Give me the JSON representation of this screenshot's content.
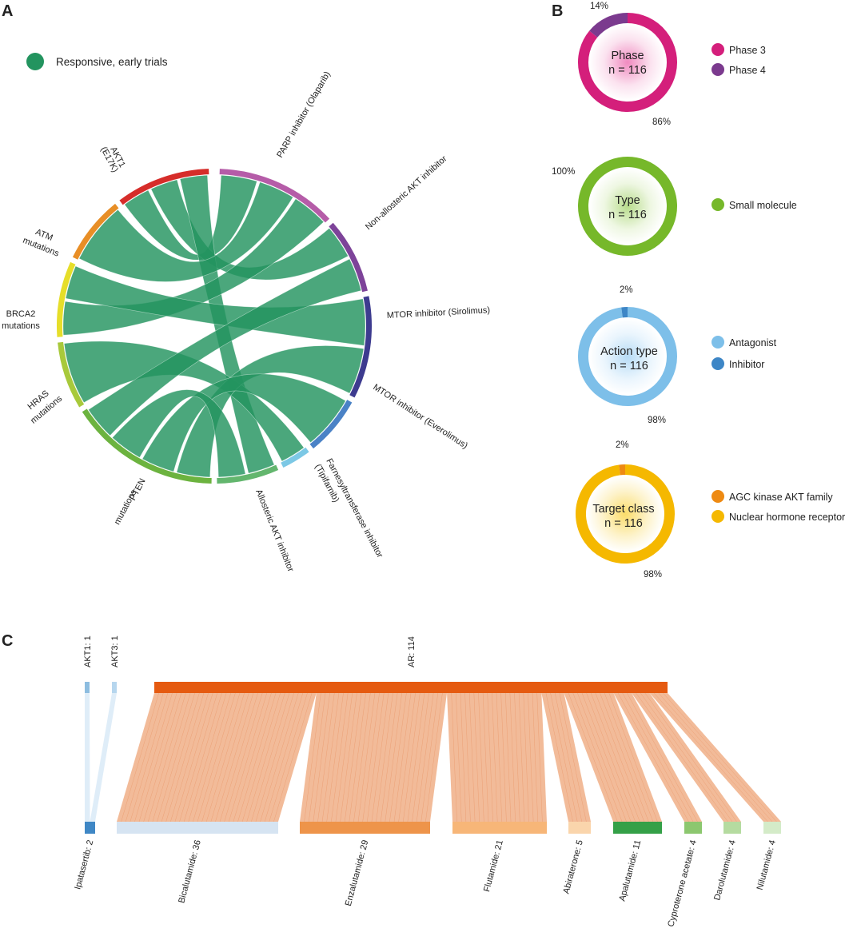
{
  "panels": {
    "a": "A",
    "b": "B",
    "c": "C"
  },
  "colors": {
    "chord": "#23945f",
    "akt1": "#d62d2a",
    "parp": "#b55ca8",
    "nonallo": "#7d4399",
    "mtor_siro": "#3d3b8f",
    "mtor_evero": "#4a82c6",
    "farnesyl": "#7cc8e5",
    "allo": "#63b66e",
    "pten": "#6cb33f",
    "hras": "#a8c93b",
    "brca2": "#e6de2a",
    "atm": "#e88e26",
    "phase3": "#d41f7b",
    "phase4": "#7b3a8e",
    "small_molecule": "#76b82a",
    "antagonist": "#7dbfe9",
    "inhibitor": "#3d86c6",
    "agc": "#ee8a12",
    "nuclear": "#f5b800",
    "sankey_ar": "#e55a10",
    "sankey_flow_ar": "#f2bb99",
    "sankey_akt": "#8dbde0",
    "sankey_flow_akt": "#dfedf8"
  },
  "chart_data": [
    {
      "type": "chord",
      "legend": [
        {
          "label": "Responsive, early trials",
          "color_key": "chord"
        }
      ],
      "segments": [
        {
          "id": "parp",
          "label": "PARP inhibitor (Olaparib)",
          "color_key": "parp"
        },
        {
          "id": "nonallo",
          "label": "Non-allosteric AKT inhibitor",
          "color_key": "nonallo"
        },
        {
          "id": "mtor_siro",
          "label": "MTOR inhibitor (Sirolimus)",
          "color_key": "mtor_siro"
        },
        {
          "id": "mtor_evero",
          "label": "MTOR inhibitor (Everolimus)",
          "color_key": "mtor_evero"
        },
        {
          "id": "farnesyl",
          "label": "Farnesyltransferase inhibitor (Tipifarnib)",
          "color_key": "farnesyl"
        },
        {
          "id": "allo",
          "label": "Allosteric AKT inhibitor",
          "color_key": "allo"
        },
        {
          "id": "pten",
          "label": "PTEN mutations",
          "color_key": "pten"
        },
        {
          "id": "hras",
          "label": "HRAS mutations",
          "color_key": "hras"
        },
        {
          "id": "brca2",
          "label": "BRCA2 mutations",
          "color_key": "brca2"
        },
        {
          "id": "atm",
          "label": "ATM mutations",
          "color_key": "atm"
        },
        {
          "id": "akt1",
          "label": "AKT1 (E17K)",
          "color_key": "akt1"
        }
      ],
      "links": [
        [
          "akt1",
          "parp"
        ],
        [
          "akt1",
          "nonallo"
        ],
        [
          "akt1",
          "allo"
        ],
        [
          "atm",
          "parp"
        ],
        [
          "brca2",
          "parp"
        ],
        [
          "brca2",
          "mtor_siro"
        ],
        [
          "hras",
          "farnesyl"
        ],
        [
          "pten",
          "mtor_siro"
        ],
        [
          "pten",
          "mtor_evero"
        ],
        [
          "pten",
          "allo"
        ],
        [
          "pten",
          "nonallo"
        ]
      ]
    },
    {
      "type": "pie",
      "title": "Phase",
      "subtitle": "n = 116",
      "slices": [
        {
          "label": "Phase 3",
          "value": 86,
          "pct_label": "86%",
          "color_key": "phase3"
        },
        {
          "label": "Phase 4",
          "value": 14,
          "pct_label": "14%",
          "color_key": "phase4"
        }
      ]
    },
    {
      "type": "pie",
      "title": "Type",
      "subtitle": "n = 116",
      "slices": [
        {
          "label": "Small molecule",
          "value": 100,
          "pct_label": "100%",
          "color_key": "small_molecule"
        }
      ]
    },
    {
      "type": "pie",
      "title": "Action type",
      "subtitle": "n = 116",
      "slices": [
        {
          "label": "Antagonist",
          "value": 98,
          "pct_label": "98%",
          "color_key": "antagonist"
        },
        {
          "label": "Inhibitor",
          "value": 2,
          "pct_label": "2%",
          "color_key": "inhibitor"
        }
      ]
    },
    {
      "type": "pie",
      "title": "Target class",
      "subtitle": "n = 116",
      "slices": [
        {
          "label": "AGC kinase AKT family",
          "value": 2,
          "pct_label": "2%",
          "color_key": "agc"
        },
        {
          "label": "Nuclear hormone receptor",
          "value": 98,
          "pct_label": "98%",
          "color_key": "nuclear"
        }
      ]
    },
    {
      "type": "sankey",
      "sources": [
        {
          "label": "AKT1: 1",
          "value": 1
        },
        {
          "label": "AKT3: 1",
          "value": 1
        },
        {
          "label": "AR: 114",
          "value": 114
        }
      ],
      "targets": [
        {
          "label": "Ipatasertib: 2",
          "value": 2,
          "color": "#3f87c5"
        },
        {
          "label": "Bicalutamide: 36",
          "value": 36,
          "color": "#d6e4f2"
        },
        {
          "label": "Enzalutamide: 29",
          "value": 29,
          "color": "#ee944a"
        },
        {
          "label": "Flutamide: 21",
          "value": 21,
          "color": "#f7b678"
        },
        {
          "label": "Abiraterone: 5",
          "value": 5,
          "color": "#fad5ac"
        },
        {
          "label": "Apalutamide: 11",
          "value": 11,
          "color": "#34a047"
        },
        {
          "label": "Cyproterone acetate: 4",
          "value": 4,
          "color": "#8cc76f"
        },
        {
          "label": "Darolutamide: 4",
          "value": 4,
          "color": "#b5dba0"
        },
        {
          "label": "Nilutamide: 4",
          "value": 4,
          "color": "#d4ebc8"
        }
      ],
      "links": [
        {
          "source": "AKT1: 1",
          "target": "Ipatasertib: 2",
          "value": 1
        },
        {
          "source": "AKT3: 1",
          "target": "Ipatasertib: 2",
          "value": 1
        },
        {
          "source": "AR: 114",
          "target": "Bicalutamide: 36",
          "value": 36
        },
        {
          "source": "AR: 114",
          "target": "Enzalutamide: 29",
          "value": 29
        },
        {
          "source": "AR: 114",
          "target": "Flutamide: 21",
          "value": 21
        },
        {
          "source": "AR: 114",
          "target": "Abiraterone: 5",
          "value": 5
        },
        {
          "source": "AR: 114",
          "target": "Apalutamide: 11",
          "value": 11
        },
        {
          "source": "AR: 114",
          "target": "Cyproterone acetate: 4",
          "value": 4
        },
        {
          "source": "AR: 114",
          "target": "Darolutamide: 4",
          "value": 4
        },
        {
          "source": "AR: 114",
          "target": "Nilutamide: 4",
          "value": 4
        }
      ]
    }
  ]
}
